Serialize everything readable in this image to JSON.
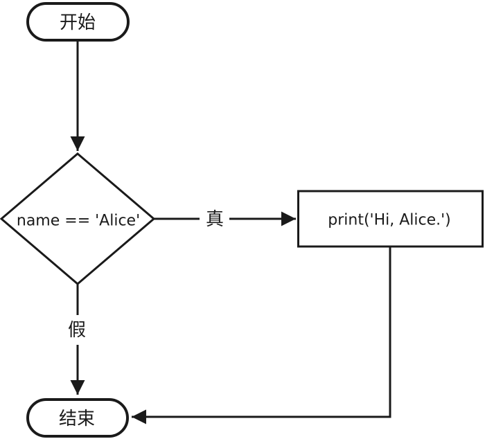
{
  "page": {
    "background": "#ffffff"
  },
  "diagram": {
    "type": "flowchart",
    "colors": {
      "stroke": "#1a1a1a",
      "node_fill": "#ffffff"
    },
    "nodes": {
      "start": {
        "shape": "terminal",
        "label": "开始"
      },
      "condition": {
        "shape": "decision",
        "label": "name == 'Alice'"
      },
      "process": {
        "shape": "process",
        "label": "print('Hi, Alice.')"
      },
      "end": {
        "shape": "terminal",
        "label": "结束"
      }
    },
    "edges": {
      "start_to_condition": {
        "from": "start",
        "to": "condition",
        "label": ""
      },
      "condition_true": {
        "from": "condition",
        "to": "process",
        "label": "真"
      },
      "condition_false": {
        "from": "condition",
        "to": "end",
        "label": "假"
      },
      "process_to_end": {
        "from": "process",
        "to": "end",
        "label": ""
      }
    }
  }
}
